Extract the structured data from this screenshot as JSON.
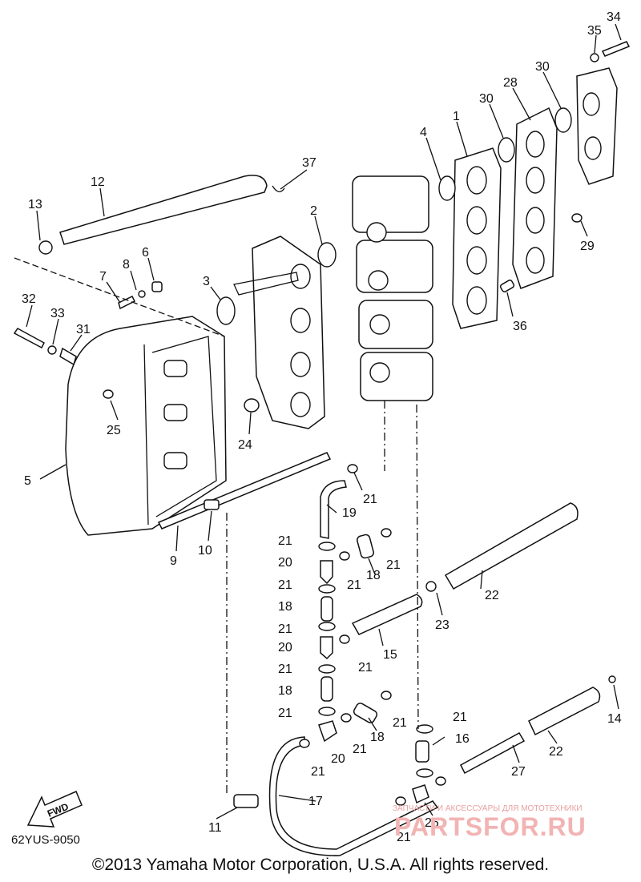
{
  "diagram": {
    "labels": [
      "34",
      "35",
      "30",
      "30",
      "28",
      "1",
      "4",
      "37",
      "12",
      "13",
      "2",
      "8",
      "6",
      "7",
      "3",
      "32",
      "33",
      "31",
      "29",
      "36",
      "25",
      "24",
      "5",
      "21",
      "19",
      "21",
      "21",
      "9",
      "10",
      "20",
      "21",
      "18",
      "22",
      "21",
      "23",
      "18",
      "15",
      "21",
      "20",
      "21",
      "21",
      "18",
      "21",
      "18",
      "21",
      "16",
      "14",
      "21",
      "20",
      "22",
      "21",
      "27",
      "21",
      "17",
      "26",
      "11",
      "21"
    ],
    "fwd_label": "FWD",
    "model_code": "62YUS-9050",
    "copyright": "©2013 Yamaha Motor Corporation, U.S.A. All rights reserved.",
    "watermark_caption": "ЗАПЧАСТИ И АКСЕССУАРЫ ДЛЯ МОТОТЕХНИКИ",
    "watermark_logo": "PARTSFOR.RU"
  }
}
